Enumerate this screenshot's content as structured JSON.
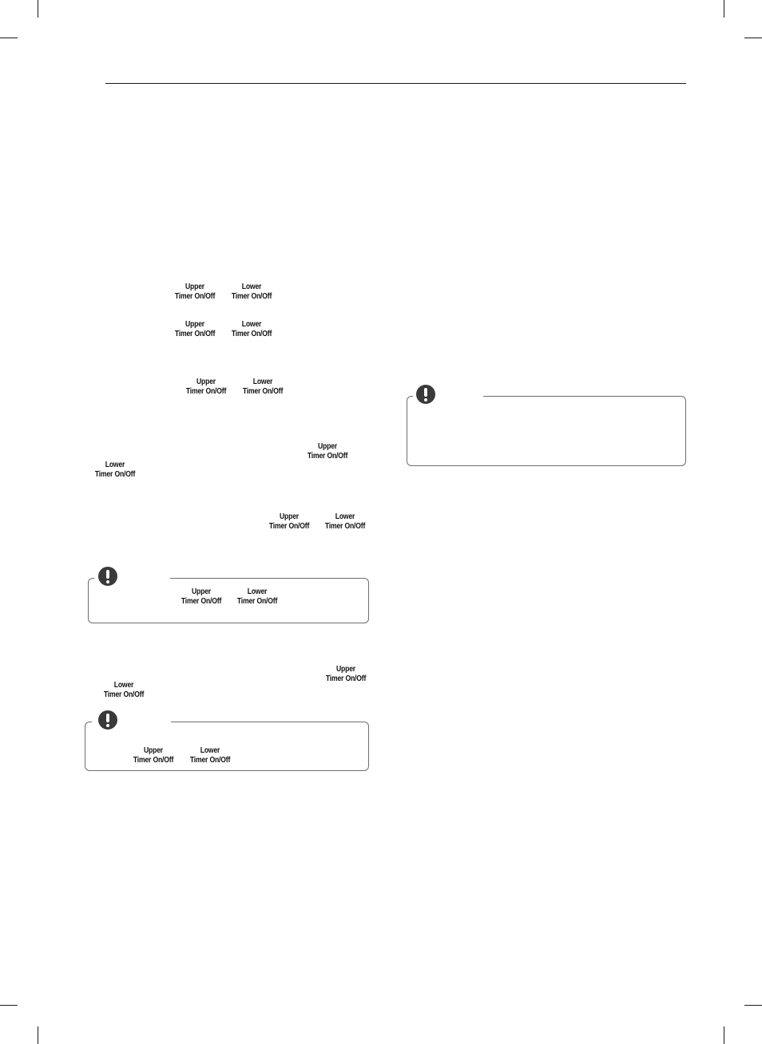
{
  "labels": {
    "upper": "Upper",
    "lower": "Lower",
    "timer": "Timer On/Off"
  },
  "icons": {
    "note": "note-exclamation-icon"
  },
  "colors": {
    "text": "#1a1a1a",
    "box_border": "#6e6e6e",
    "icon_fill": "#3a3a3a"
  }
}
